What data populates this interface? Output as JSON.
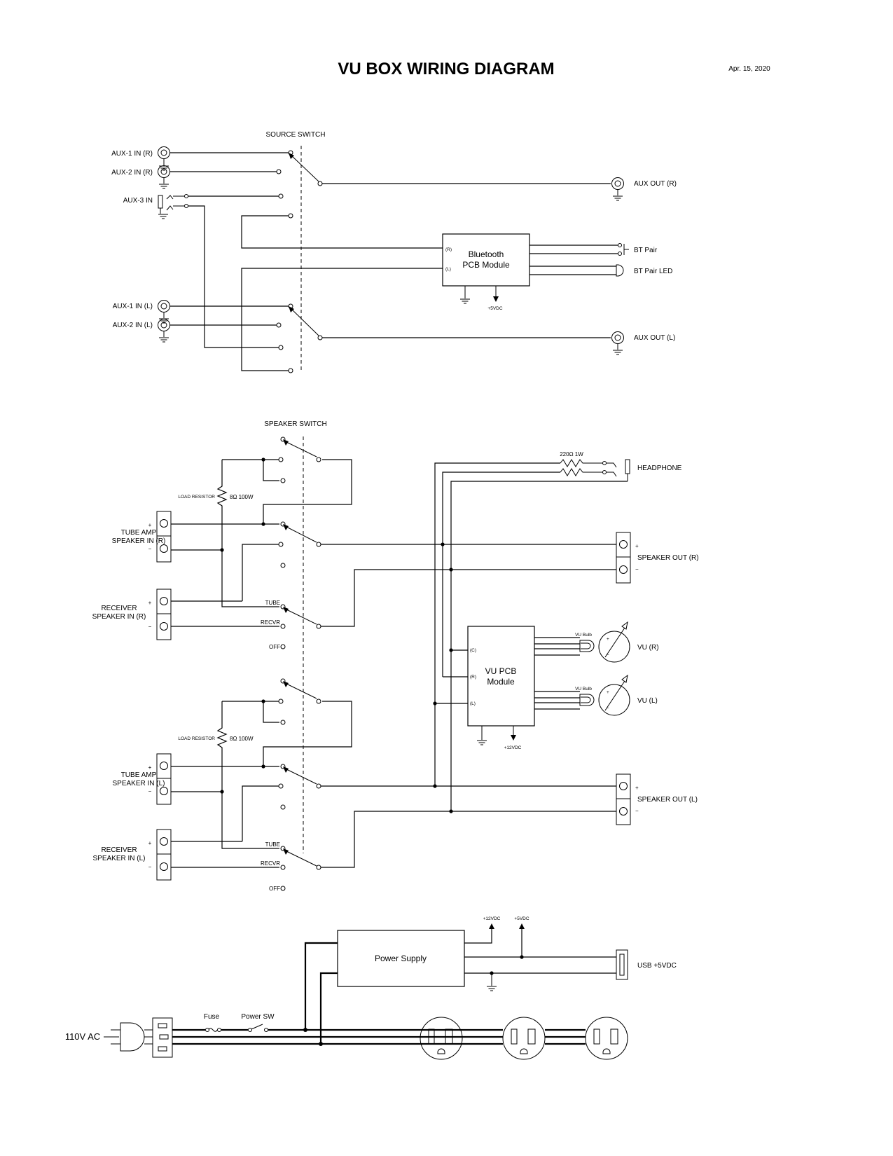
{
  "title": "VU BOX WIRING DIAGRAM",
  "date": "Apr. 15, 2020",
  "source": {
    "switch_label": "SOURCE SWITCH",
    "aux1_r": "AUX-1 IN (R)",
    "aux2_r": "AUX-2 IN (R)",
    "aux3": "AUX-3 IN",
    "aux1_l": "AUX-1 IN (L)",
    "aux2_l": "AUX-2 IN (L)",
    "aux_out_r": "AUX OUT (R)",
    "aux_out_l": "AUX OUT (L)",
    "bt_line1": "Bluetooth",
    "bt_line2": "PCB Module",
    "bt_r": "(R)",
    "bt_l": "(L)",
    "bt_5vdc": "+5VDC",
    "bt_pair": "BT Pair",
    "bt_pair_led": "BT Pair LED"
  },
  "speaker": {
    "switch_label": "SPEAKER SWITCH",
    "load_resistor": "LOAD RESISTOR",
    "resistor_value": "8Ω 100W",
    "tube_amp_r_1": "TUBE AMP",
    "tube_amp_r_2": "SPEAKER IN (R)",
    "receiver_r_1": "RECEIVER",
    "receiver_r_2": "SPEAKER IN (R)",
    "tube_amp_l_1": "TUBE AMP",
    "tube_amp_l_2": "SPEAKER IN (L)",
    "receiver_l_1": "RECEIVER",
    "receiver_l_2": "SPEAKER IN (L)",
    "pos_tube": "TUBE",
    "pos_recvr": "RECVR",
    "pos_off": "OFF",
    "plus": "+",
    "minus": "−",
    "hp_resistor": "220Ω 1W",
    "headphone": "HEADPHONE",
    "speaker_out_r": "SPEAKER OUT (R)",
    "speaker_out_l": "SPEAKER OUT (L)",
    "vu_line1": "VU PCB",
    "vu_line2": "Module",
    "vu_c": "(C)",
    "vu_rpin": "(R)",
    "vu_lpin": "(L)",
    "vu_bulb": "VU Bulb",
    "vu_r": "VU (R)",
    "vu_l": "VU (L)",
    "vu_12vdc": "+12VDC"
  },
  "power": {
    "supply": "Power Supply",
    "v12": "+12VDC",
    "v5": "+5VDC",
    "usb": "USB +5VDC",
    "ac": "110V AC",
    "fuse": "Fuse",
    "power_sw": "Power SW"
  }
}
